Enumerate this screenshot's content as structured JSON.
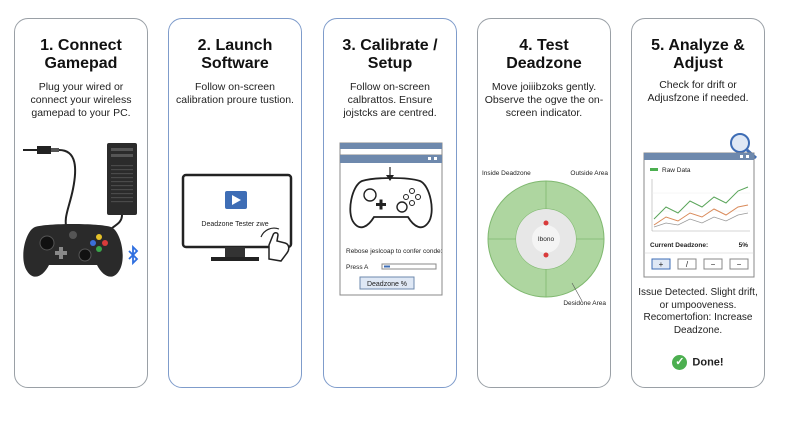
{
  "steps": [
    {
      "title": "1. Connect\nGamepad",
      "description": "Plug your wired or connect your wireless gamepad to your PC."
    },
    {
      "title": "2. Launch\nSoftware",
      "description": "Follow on-screen calibration proure tustion.",
      "window_label": "Deadzone Tester zwe"
    },
    {
      "title": "3. Calibrate /\nSetup",
      "description": "Follow on-screen calbrattos. Ensure jojstcks are centred.",
      "window_text": "Rebose jeslcoap to confer conde:",
      "press_label": "Press A",
      "button_label": "Deadzone %"
    },
    {
      "title": "4. Test\nDeadzone",
      "description": "Move joiiibzoks gently. Observe the ogve the on-screen indicator.",
      "inside_label": "Inside Deadzone",
      "outside_label": "Outside Area",
      "center_label": "Ibono",
      "deadzone_area_label": "Desidone Area"
    },
    {
      "title": "5. Analyze &\nAdjust",
      "description": "Check for drift or Adjusfzone if needed.",
      "chart_legend": "Raw Data",
      "deadzone_label": "Current Deadzone:",
      "deadzone_value": "5%",
      "controls": [
        "+",
        "/",
        "−",
        "−"
      ],
      "issue_text": "Issue Detected. Slight drift, or umpooveness. Recomertofion: Increase Deadzone.",
      "done_label": "Done!"
    }
  ],
  "colors": {
    "ring": "#aed6a0",
    "ring_dark": "#7fb86f",
    "check": "#4caf50",
    "bluetooth": "#2f6fe0",
    "window_bar": "#6e89ad"
  },
  "icons": [
    "usb-plug-icon",
    "pc-tower-icon",
    "gamepad-icon",
    "bluetooth-icon",
    "monitor-icon",
    "play-icon",
    "pointer-hand-icon",
    "magnifier-icon",
    "checkmark-icon"
  ]
}
